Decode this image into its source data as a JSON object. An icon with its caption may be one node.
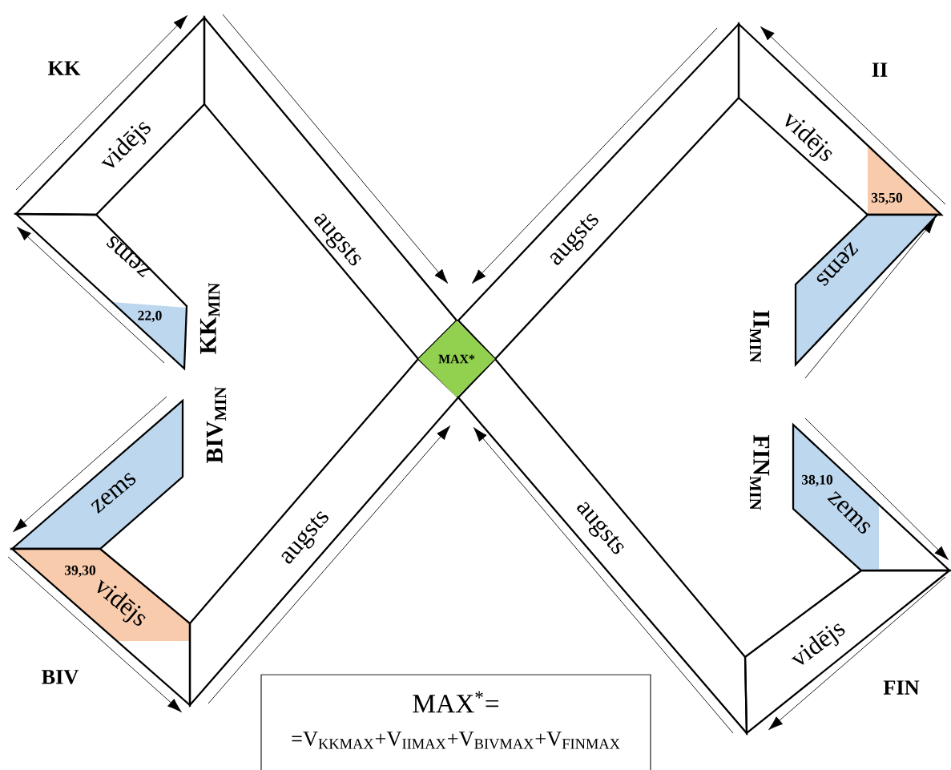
{
  "diagram": {
    "nodes": [
      {
        "text": [
          "MAX*"
        ]
      },
      {
        "text": [
          "augsts"
        ]
      },
      {
        "text": [
          "vidējs"
        ]
      },
      {
        "text": [
          "zems",
          "22,0"
        ]
      },
      {
        "text": [
          "augsts"
        ]
      },
      {
        "text": [
          "vidējs",
          "35,50"
        ]
      },
      {
        "text": [
          "zems"
        ]
      },
      {
        "text": [
          "zems"
        ]
      },
      {
        "text": [
          "vidējs",
          "39,30"
        ]
      },
      {
        "text": [
          "augsts"
        ]
      },
      {
        "text": [
          "augsts"
        ]
      },
      {
        "text": [
          "vidējs"
        ]
      },
      {
        "text": [
          "zems",
          "38,10"
        ]
      },
      {
        "text": [
          "MAX$^{*}$=",
          "=V$_{KKMAX}$+V$_{IIMAX}$+V$_{BIVMAX}$+V$_{FINMAX}$"
        ]
      }
    ],
    "labels": [
      "KK",
      "II",
      "KK$_{MIN}$",
      "II$_{MIN}$",
      "BIV$_{MIN}$",
      "FIN$_{MIN}$",
      "BIV",
      "FIN"
    ]
  }
}
